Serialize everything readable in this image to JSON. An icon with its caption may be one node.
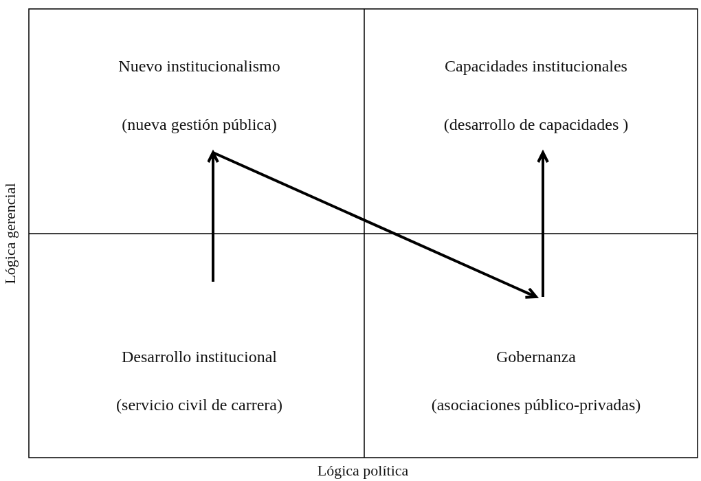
{
  "diagram": {
    "nodes": [
      {
        "text": [
          "Nuevo institucionalismo",
          "(nueva gestión pública)"
        ]
      },
      {
        "text": [
          "Capacidades institucionales",
          "(desarrollo de capacidades )"
        ]
      },
      {
        "text": [
          "Desarrollo institucional",
          "(servicio civil de carrera)"
        ]
      },
      {
        "text": [
          "Gobernanza",
          "(asociaciones público-privadas)"
        ]
      }
    ],
    "edges": [
      {
        "from": null,
        "to": 0,
        "arrow": "to"
      },
      {
        "from": 0,
        "to": 3,
        "arrow": "to"
      },
      {
        "from": null,
        "to": 1,
        "arrow": "to"
      }
    ],
    "labels": [
      "Lógica gerencial",
      "Lógica política"
    ]
  }
}
